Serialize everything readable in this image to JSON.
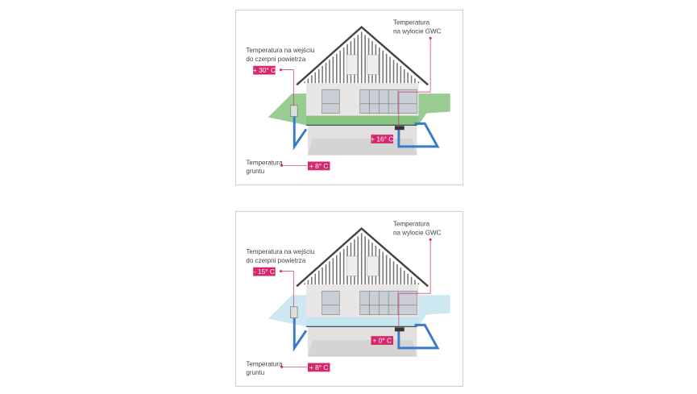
{
  "panels": [
    {
      "season": "summer",
      "ground_color": "#86c37e",
      "inlet_label_line1": "Temperatura na wejściu",
      "inlet_label_line2": "do czerpni powietrza",
      "inlet_temp": "+ 30° C",
      "outlet_label_line1": "Temperatura",
      "outlet_label_line2": "na wylocie GWC",
      "outlet_temp": "+ 16° C",
      "ground_label_line1": "Temperatura",
      "ground_label_line2": "gruntu",
      "ground_temp": "+ 8° C"
    },
    {
      "season": "winter",
      "ground_color": "#c4e4ee",
      "inlet_label_line1": "Temperatura na wejściu",
      "inlet_label_line2": "do czerpni powietrza",
      "inlet_temp": "- 15° C",
      "outlet_label_line1": "Temperatura",
      "outlet_label_line2": "na wylocie  GWC",
      "outlet_temp": "+ 0° C",
      "ground_label_line1": "Temperatura",
      "ground_label_line2": "gruntu",
      "ground_temp": "+ 8° C"
    }
  ],
  "colors": {
    "accent": "#d6286e",
    "pipe": "#3a7cc9"
  }
}
